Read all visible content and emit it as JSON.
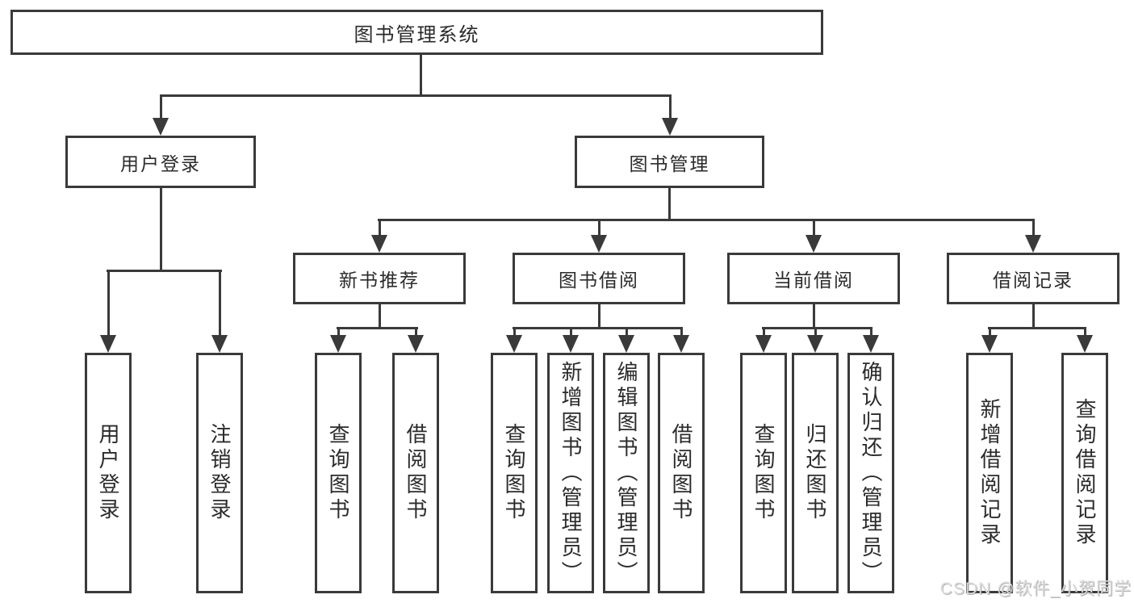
{
  "diagram": {
    "root": {
      "label": "图书管理系统",
      "children": [
        {
          "label": "用户登录",
          "children": [
            {
              "label": "用户登录"
            },
            {
              "label": "注销登录"
            }
          ]
        },
        {
          "label": "图书管理",
          "children": [
            {
              "label": "新书推荐",
              "children": [
                {
                  "label": "查询图书"
                },
                {
                  "label": "借阅图书"
                }
              ]
            },
            {
              "label": "图书借阅",
              "children": [
                {
                  "label": "查询图书"
                },
                {
                  "label": "新增图书（管理员）"
                },
                {
                  "label": "编辑图书（管理员）"
                },
                {
                  "label": "借阅图书"
                }
              ]
            },
            {
              "label": "当前借阅",
              "children": [
                {
                  "label": "查询图书"
                },
                {
                  "label": "归还图书"
                },
                {
                  "label": "确认归还（管理员）"
                }
              ]
            },
            {
              "label": "借阅记录",
              "children": [
                {
                  "label": "新增借阅记录"
                },
                {
                  "label": "查询借阅记录"
                }
              ]
            }
          ]
        }
      ]
    }
  },
  "watermark": "CSDN @软件_小贺同学",
  "colors": {
    "line": "#3a3a3a",
    "text": "#2b2b2b",
    "background": "#ffffff",
    "watermark": "#dcdcdc"
  }
}
